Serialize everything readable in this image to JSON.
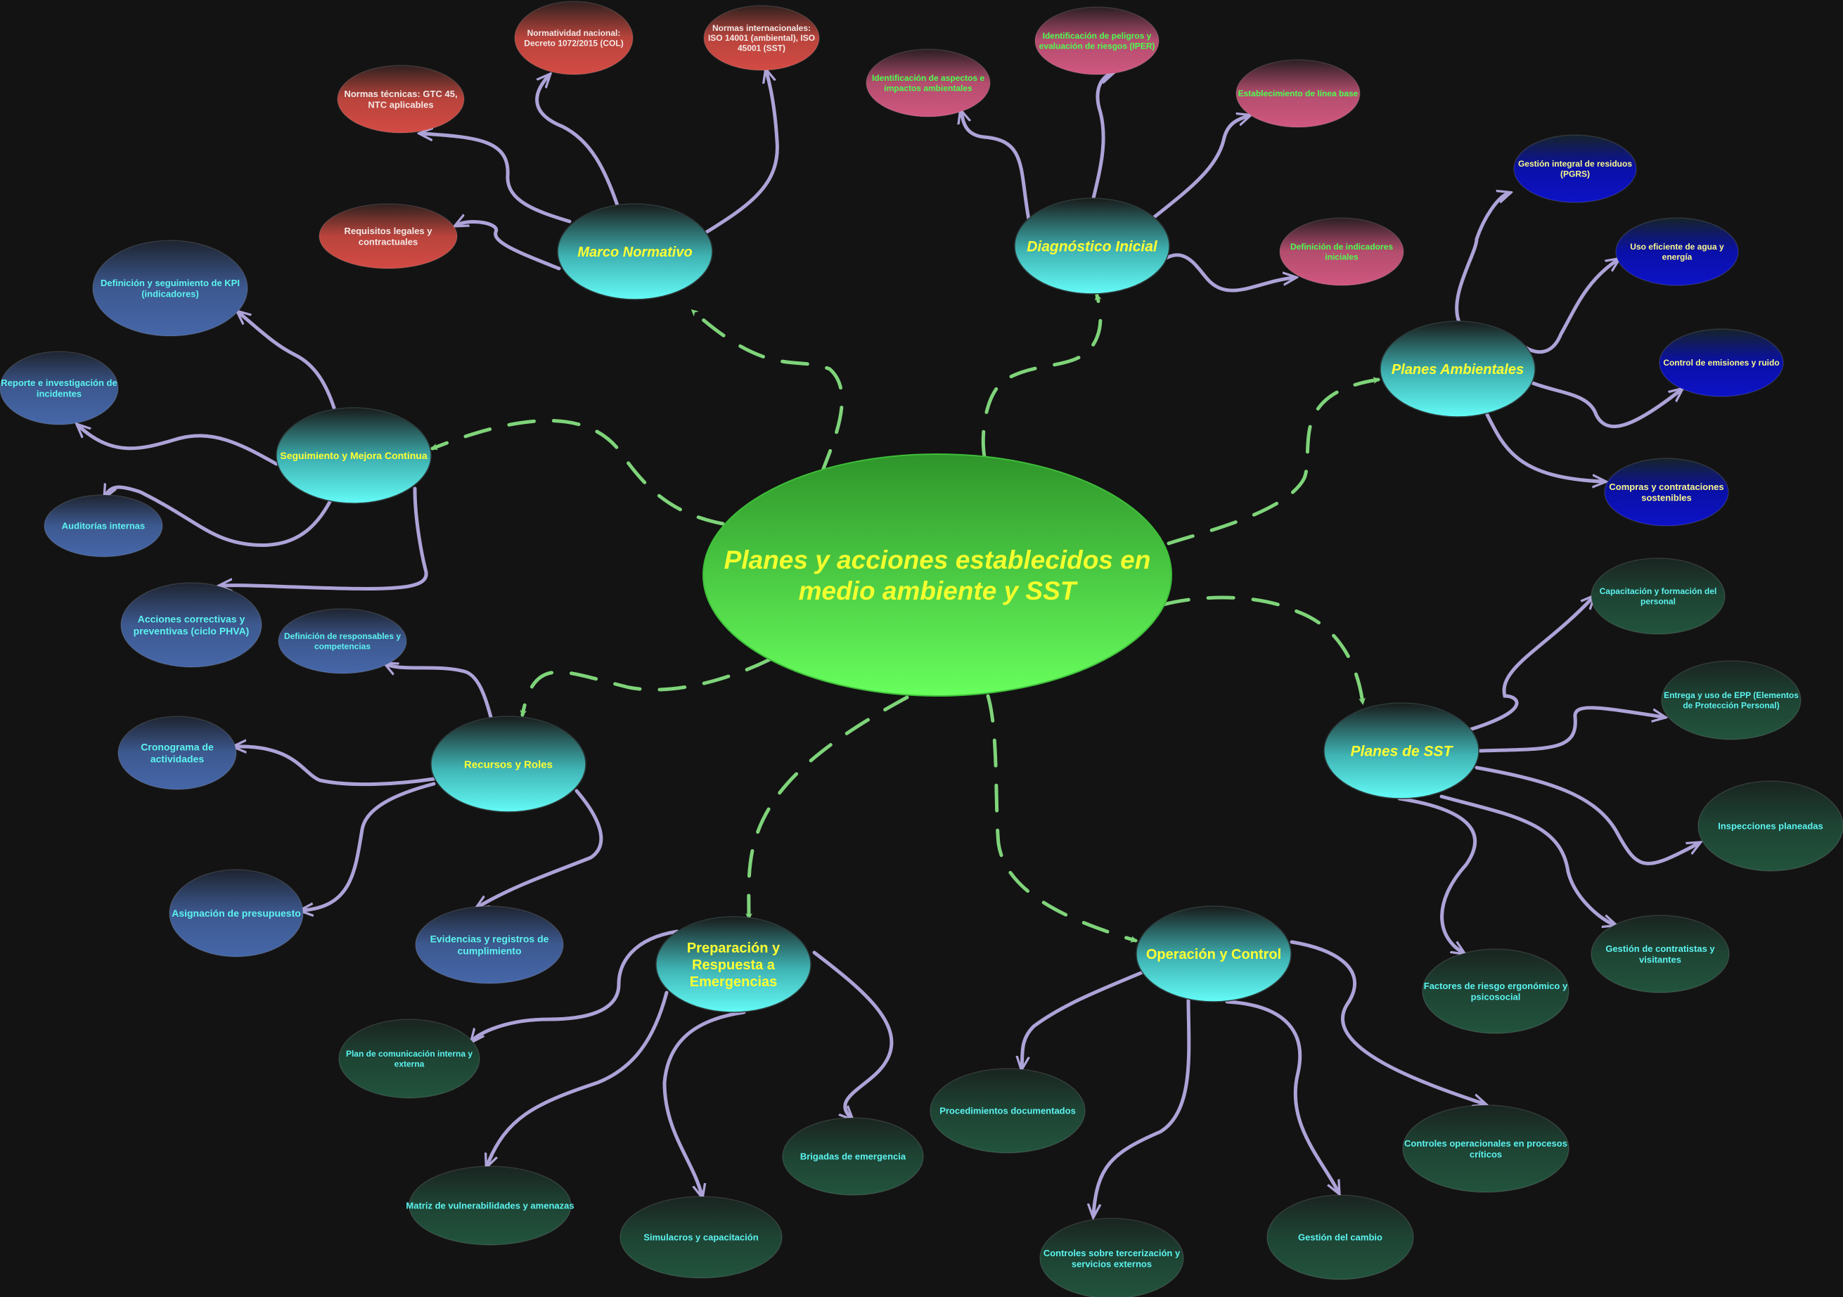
{
  "center": {
    "lines": [
      "Planes y acciones establecidos en",
      "medio ambiente y SST"
    ]
  },
  "branches": [
    {
      "key": "marco-normativo",
      "lines": [
        "Marco Normativo"
      ],
      "italic": true
    },
    {
      "key": "diagnostico-inicial",
      "lines": [
        "Diagnóstico Inicial"
      ],
      "italic": true
    },
    {
      "key": "planes-ambientales",
      "lines": [
        "Planes Ambientales"
      ],
      "italic": true
    },
    {
      "key": "planes-sst",
      "lines": [
        "Planes de SST"
      ],
      "italic": true
    },
    {
      "key": "operacion-control",
      "lines": [
        "Operación y Control"
      ],
      "italic": false
    },
    {
      "key": "preparacion-emergencias",
      "lines": [
        "Preparación y",
        "Respuesta a",
        "Emergencias"
      ],
      "italic": false
    },
    {
      "key": "recursos-roles",
      "lines": [
        "Recursos y Roles"
      ],
      "italic": false
    },
    {
      "key": "seguimiento-mejora",
      "lines": [
        "Seguimiento y Mejora Continua"
      ],
      "italic": false
    }
  ],
  "leaves": [
    {
      "key": "requisitos-legales",
      "lines": [
        "Requisitos legales y",
        "contractuales"
      ]
    },
    {
      "key": "normas-tecnicas",
      "lines": [
        "Normas técnicas: GTC 45,",
        "NTC aplicables"
      ],
      "bold_prefix": "Normas técnicas:"
    },
    {
      "key": "normatividad-nacional",
      "lines": [
        "Normatividad nacional:",
        "Decreto 1072/2015 (COL)"
      ],
      "bold_prefix": "Normatividad nacional:"
    },
    {
      "key": "normas-internacionales",
      "lines": [
        "Normas internacionales:",
        "ISO 14001 (ambiental), ISO",
        "45001 (SST)"
      ],
      "bold_prefix": "Normas internacionales:"
    },
    {
      "key": "aspectos-impactos",
      "lines": [
        "Identificación de aspectos e",
        "impactos ambientales"
      ]
    },
    {
      "key": "peligros-iper",
      "lines": [
        "Identificación de peligros y",
        "evaluación de riesgos (IPER)"
      ]
    },
    {
      "key": "linea-base",
      "lines": [
        "Establecimiento de línea base"
      ]
    },
    {
      "key": "indicadores-iniciales",
      "lines": [
        "Definición de indicadores",
        "iniciales"
      ]
    },
    {
      "key": "pgrs",
      "lines": [
        "Gestión integral de residuos",
        "(PGRS)"
      ]
    },
    {
      "key": "agua-energia",
      "lines": [
        "Uso eficiente de agua y",
        "energía"
      ]
    },
    {
      "key": "emisiones-ruido",
      "lines": [
        "Control de emisiones y ruido"
      ]
    },
    {
      "key": "compras-sostenibles",
      "lines": [
        "Compras y contrataciones",
        "sostenibles"
      ]
    },
    {
      "key": "capacitacion",
      "lines": [
        "Capacitación y formación del",
        "personal"
      ]
    },
    {
      "key": "epp",
      "lines": [
        "Entrega y uso de EPP (Elementos",
        "de Protección Personal)"
      ]
    },
    {
      "key": "inspecciones",
      "lines": [
        "Inspecciones planeadas"
      ]
    },
    {
      "key": "contratistas",
      "lines": [
        "Gestión de contratistas y",
        "visitantes"
      ]
    },
    {
      "key": "ergonomico",
      "lines": [
        "Factores de riesgo ergonómico y",
        "psicosocial"
      ]
    },
    {
      "key": "procedimientos",
      "lines": [
        "Procedimientos documentados"
      ]
    },
    {
      "key": "tercerizacion",
      "lines": [
        "Controles sobre tercerización y",
        "servicios externos"
      ]
    },
    {
      "key": "gestion-cambio",
      "lines": [
        "Gestión del cambio"
      ]
    },
    {
      "key": "controles-criticos",
      "lines": [
        "Controles operacionales en procesos",
        "críticos"
      ]
    },
    {
      "key": "plan-comunicacion",
      "lines": [
        "Plan de comunicación interna y",
        "externa"
      ]
    },
    {
      "key": "matriz-vulnerabilidades",
      "lines": [
        "Matriz de vulnerabilidades y amenazas"
      ]
    },
    {
      "key": "simulacros",
      "lines": [
        "Simulacros y capacitación"
      ]
    },
    {
      "key": "brigadas",
      "lines": [
        "Brigadas de emergencia"
      ]
    },
    {
      "key": "responsables",
      "lines": [
        "Definición de responsables y",
        "competencias"
      ]
    },
    {
      "key": "cronograma",
      "lines": [
        "Cronograma de",
        "actividades"
      ]
    },
    {
      "key": "presupuesto",
      "lines": [
        "Asignación de presupuesto"
      ]
    },
    {
      "key": "evidencias",
      "lines": [
        "Evidencias y registros de",
        "cumplimiento"
      ]
    },
    {
      "key": "kpi",
      "lines": [
        "Definición y seguimiento de KPI",
        "(indicadores)"
      ],
      "bold_word": "KPI"
    },
    {
      "key": "reporte-incidentes",
      "lines": [
        "Reporte e investigación de",
        "incidentes"
      ]
    },
    {
      "key": "auditorias",
      "lines": [
        "Auditorías internas"
      ]
    },
    {
      "key": "acciones-correctivas",
      "lines": [
        "Acciones correctivas y",
        "preventivas (ciclo PHVA)"
      ]
    }
  ],
  "colors": {
    "background": "#131313",
    "center_top": "#2f9a2c",
    "center_bottom": "#66ff5c",
    "center_text": "#f4ff2e",
    "branch_top": "#1c1f1f",
    "branch_bottom": "#5ef8f4",
    "branch_text_yellow": "#ffff33",
    "dashed_connector": "#7fd47a",
    "leaf_connector": "#aea3d8",
    "legal_leaf": "#c3463f",
    "diagnostic_leaf": "#c45479",
    "environment_leaf": "#0c11b8",
    "sst_leaf": "#1c4a35",
    "monitoring_leaf": "#41619f"
  }
}
